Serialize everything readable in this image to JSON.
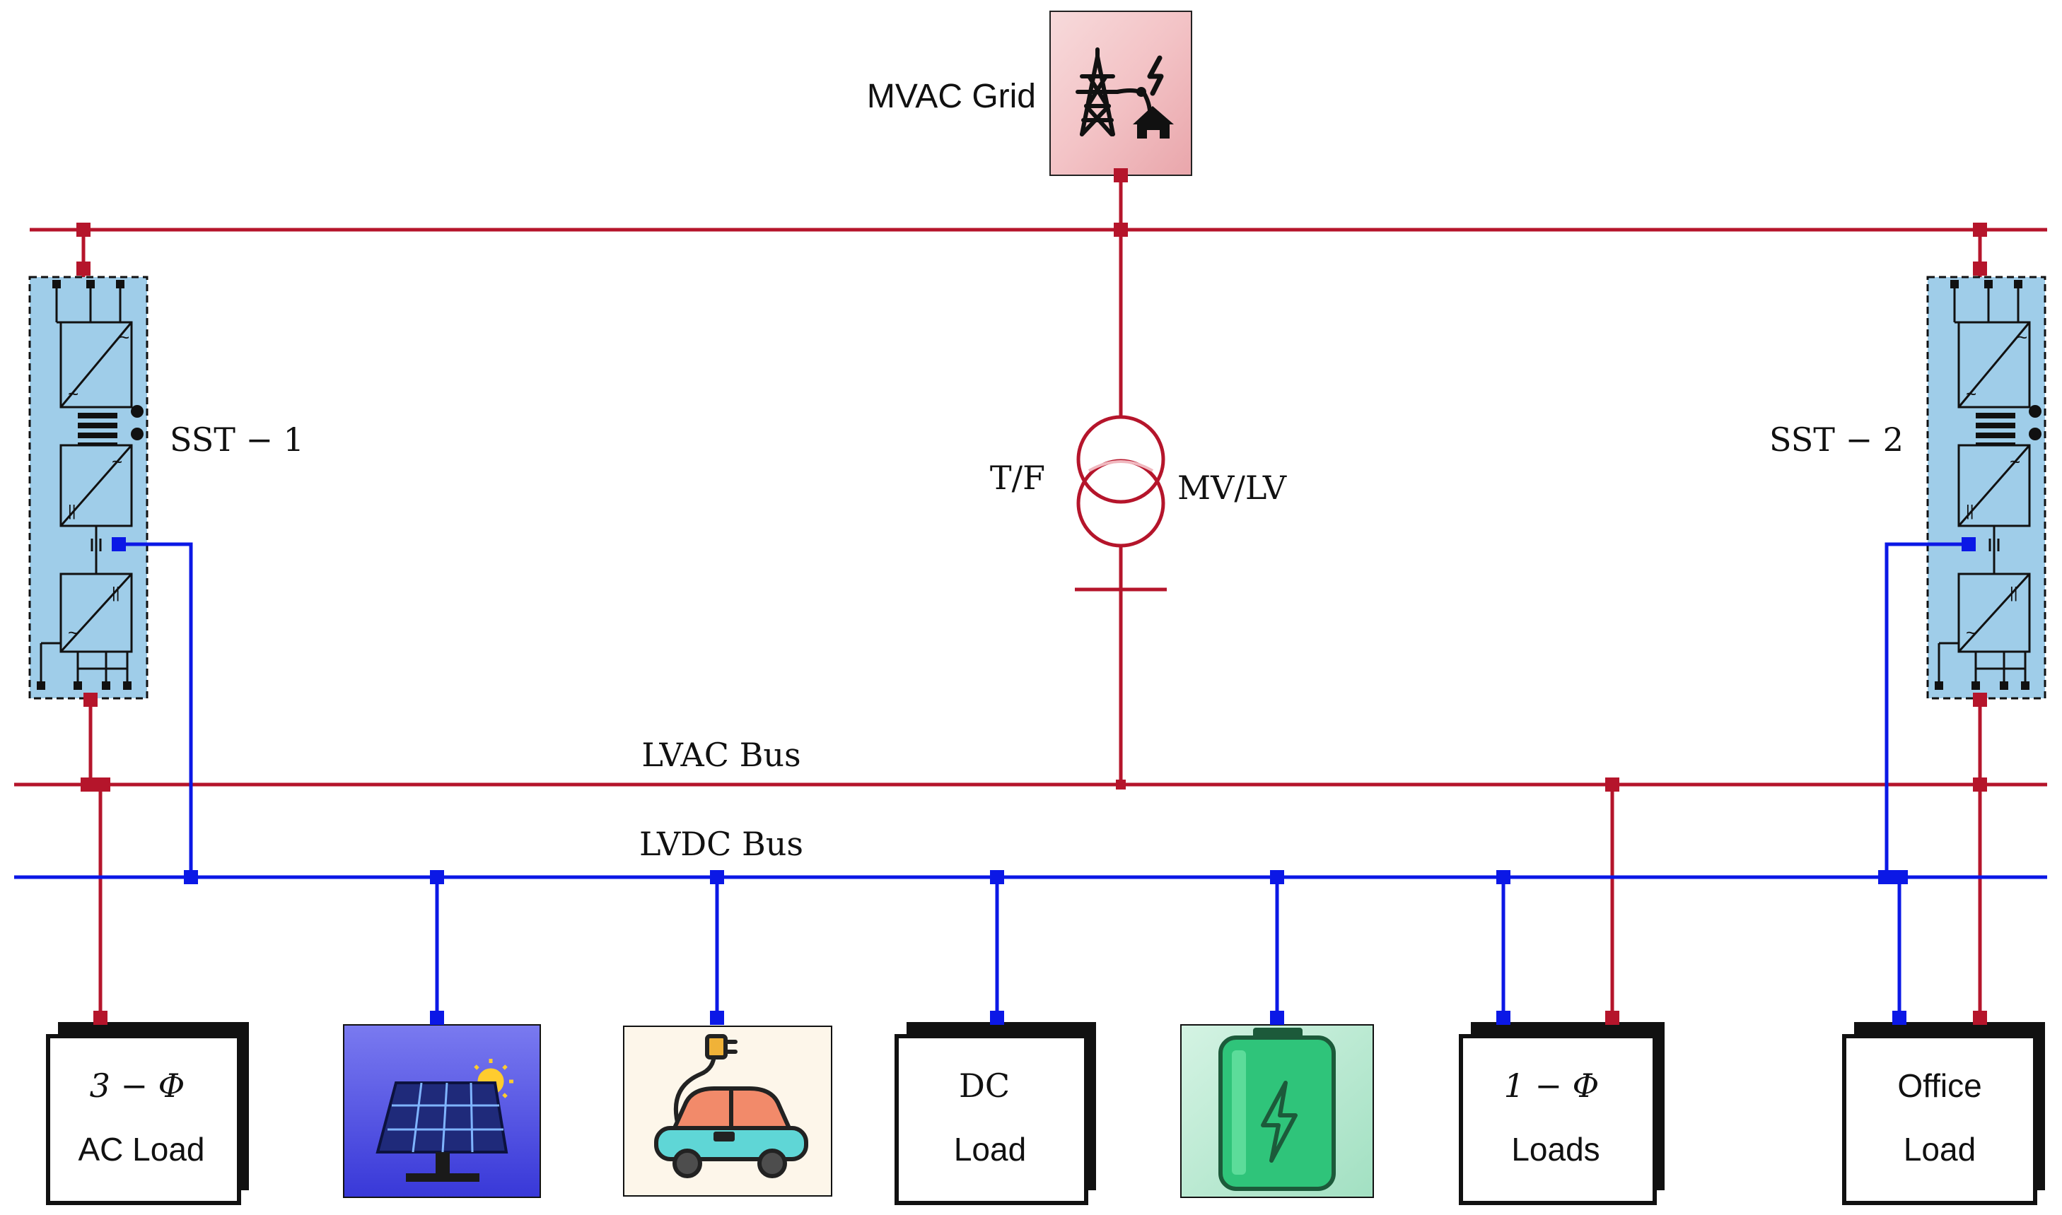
{
  "labels": {
    "grid": "MVAC Grid",
    "transformer": "T/F",
    "transformer_ratio": "MV/LV",
    "sst1": "SST − 1",
    "sst2": "SST − 2",
    "lvac_bus": "LVAC Bus",
    "lvdc_bus": "LVDC Bus"
  },
  "loads": {
    "ac3": {
      "line1": "3 − Φ",
      "line2": "AC Load"
    },
    "dc": {
      "line1": "DC",
      "line2": "Load"
    },
    "ac1": {
      "line1": "1 − Φ",
      "line2": "Loads"
    },
    "office": {
      "line1": "Office",
      "line2": "Load"
    }
  },
  "icons": {
    "grid": "power-tower-house-icon",
    "solar": "solar-panel-icon",
    "ev": "electric-car-plug-icon",
    "battery": "battery-charging-icon"
  },
  "colors": {
    "ac_line": "#b5152b",
    "dc_line": "#0b18e6",
    "sst_fill": "#9fcde9",
    "grid_fill": "#f3c3c6",
    "solar_fill": "#4f4fe0",
    "ev_fill": "#fdf6ea",
    "battery_fill": "#b5e8cf",
    "battery_body": "#2fc47a"
  }
}
